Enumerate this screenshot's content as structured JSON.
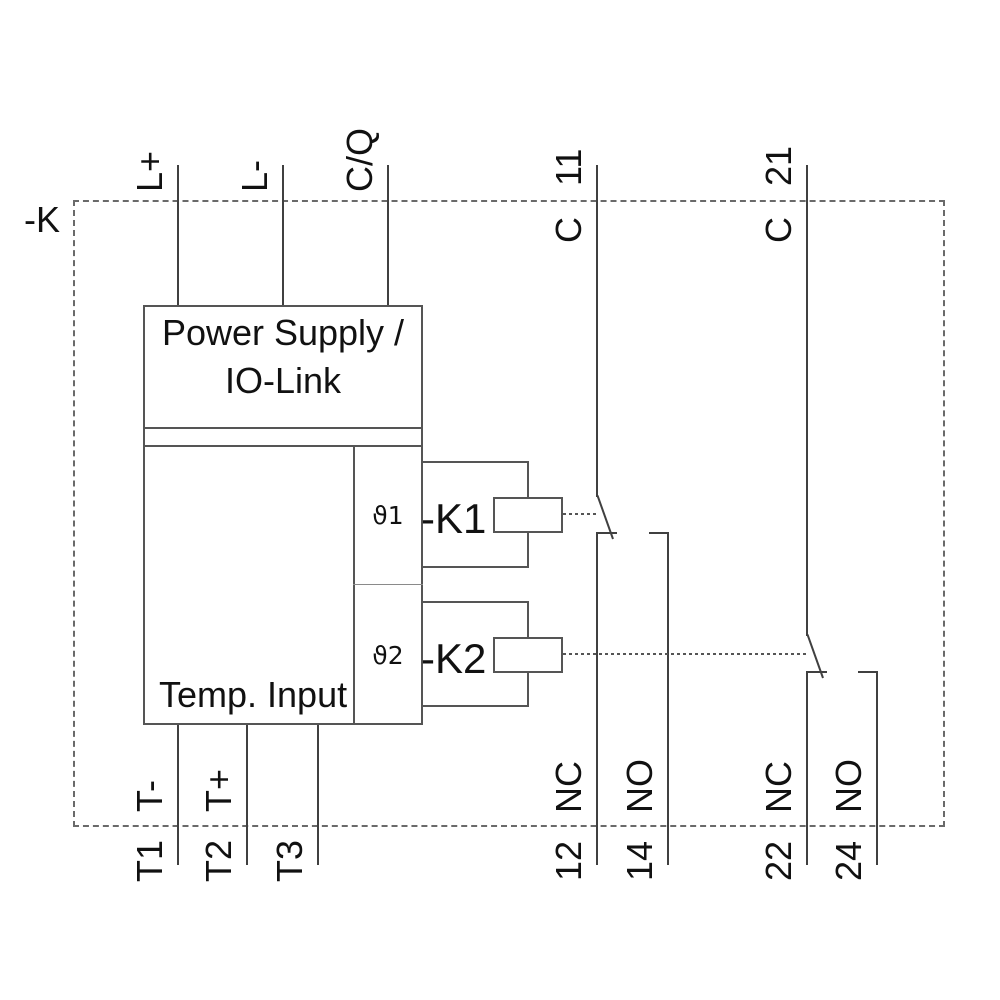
{
  "frame": {
    "label": "-K"
  },
  "blocks": {
    "power_supply": {
      "line1": "Power Supply /",
      "line2": "IO-Link"
    },
    "temp_input": {
      "label": "Temp. Input"
    }
  },
  "relays": [
    {
      "sensor": "ϑ1",
      "coil": "-K1"
    },
    {
      "sensor": "ϑ2",
      "coil": "-K2"
    }
  ],
  "terminals": {
    "io_top": [
      "L+",
      "L-",
      "C/Q"
    ],
    "common": [
      {
        "letter": "C",
        "number": "11"
      },
      {
        "letter": "C",
        "number": "21"
      }
    ],
    "outputs": [
      {
        "function": "NC",
        "number": "12"
      },
      {
        "function": "NO",
        "number": "14"
      },
      {
        "function": "NC",
        "number": "22"
      },
      {
        "function": "NO",
        "number": "24"
      }
    ],
    "temp": [
      {
        "inner": "T-",
        "outer": "T1"
      },
      {
        "inner": "T+",
        "outer": "T2"
      },
      {
        "inner": "",
        "outer": "T3"
      }
    ]
  },
  "colors": {
    "wire": "#404040",
    "box": "#555555",
    "dash": "#6a6a6a",
    "text": "#111111",
    "bg": "#ffffff"
  }
}
